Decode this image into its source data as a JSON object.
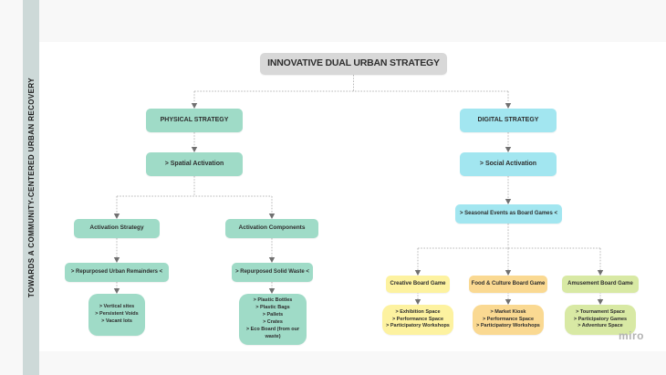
{
  "sidebar": {
    "label": "TOWARDS A COMMUNITY-CENTERED URBAN RECOVERY"
  },
  "watermark": "miro",
  "colors": {
    "root_gray": "#d8d8d8",
    "teal": "#9fdbc7",
    "cyan": "#a2e6f0",
    "yellow": "#fdf2a0",
    "orange": "#fad992",
    "lime": "#d8e9a4",
    "connector": "#b9b9b9",
    "arrowhead": "#707070",
    "strip": "#cdd9d8"
  },
  "nodes": {
    "title": {
      "label": "INNOVATIVE DUAL URBAN STRATEGY"
    },
    "physical": {
      "label": "PHYSICAL STRATEGY"
    },
    "spatial": {
      "label": "> Spatial Activation"
    },
    "digital": {
      "label": "DIGITAL STRATEGY"
    },
    "social": {
      "label": "> Social Activation"
    },
    "activation_strategy": {
      "label": "Activation Strategy"
    },
    "activation_components": {
      "label": "Activation Components"
    },
    "repurposed_urban": {
      "label": "> Repurposed Urban Remainders <"
    },
    "repurposed_waste": {
      "label": "> Repurposed Solid Waste <"
    },
    "urban_leaf": {
      "lines": [
        "> Vertical sites",
        "> Persistent Voids",
        "> Vacant lots"
      ]
    },
    "waste_leaf": {
      "lines": [
        "> Plastic Bottles",
        "> Plastic Bags",
        "> Pallets",
        "> Crates",
        "> Eco Board (from our waste)"
      ]
    },
    "seasonal": {
      "label": "> Seasonal Events as Board Games <"
    },
    "creative": {
      "label": "Creative Board Game"
    },
    "food": {
      "label": "Food & Culture Board Game"
    },
    "amusement": {
      "label": "Amusement Board Game"
    },
    "creative_leaf": {
      "lines": [
        "> Exhibition Space",
        "> Performance Space",
        "> Participatory Workshops"
      ]
    },
    "food_leaf": {
      "lines": [
        "> Market Kiosk",
        "> Performance Space",
        "> Participatory Workshops"
      ]
    },
    "amusement_leaf": {
      "lines": [
        "> Tournament Space",
        "> Participatory Games",
        "> Adventure Space"
      ]
    }
  }
}
